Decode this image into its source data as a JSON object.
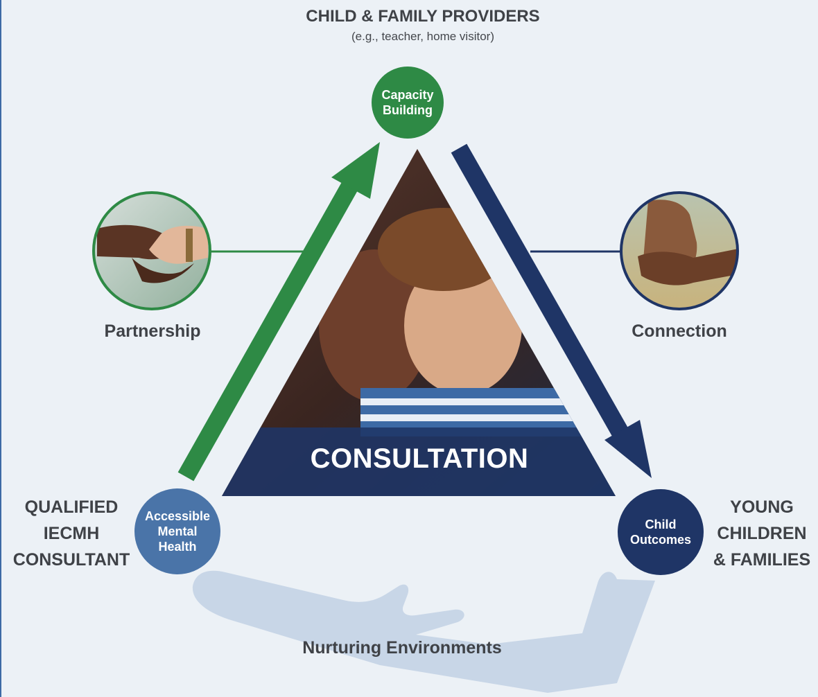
{
  "header": {
    "title": "CHILD & FAMILY PROVIDERS",
    "subtitle": "(e.g., teacher, home visitor)"
  },
  "left_role": [
    "QUALIFIED",
    "IECMH",
    "CONSULTANT"
  ],
  "right_role": [
    "YOUNG",
    "CHILDREN",
    "& FAMILIES"
  ],
  "nodes": {
    "top": [
      "Capacity",
      "Building"
    ],
    "left": [
      "Accessible",
      "Mental",
      "Health"
    ],
    "right": [
      "Child",
      "Outcomes"
    ]
  },
  "partnership": "Partnership",
  "connection": "Connection",
  "consultation": "CONSULTATION",
  "nurturing": "Nurturing Environments",
  "colors": {
    "green": "#2e8a45",
    "navy": "#1f3566",
    "mid_blue": "#4a74a8",
    "background": "#ecf1f6"
  },
  "icons": {
    "handshake": "handshake-photo",
    "holding_hands": "holding-hands-photo",
    "hand": "open-hand-icon"
  }
}
